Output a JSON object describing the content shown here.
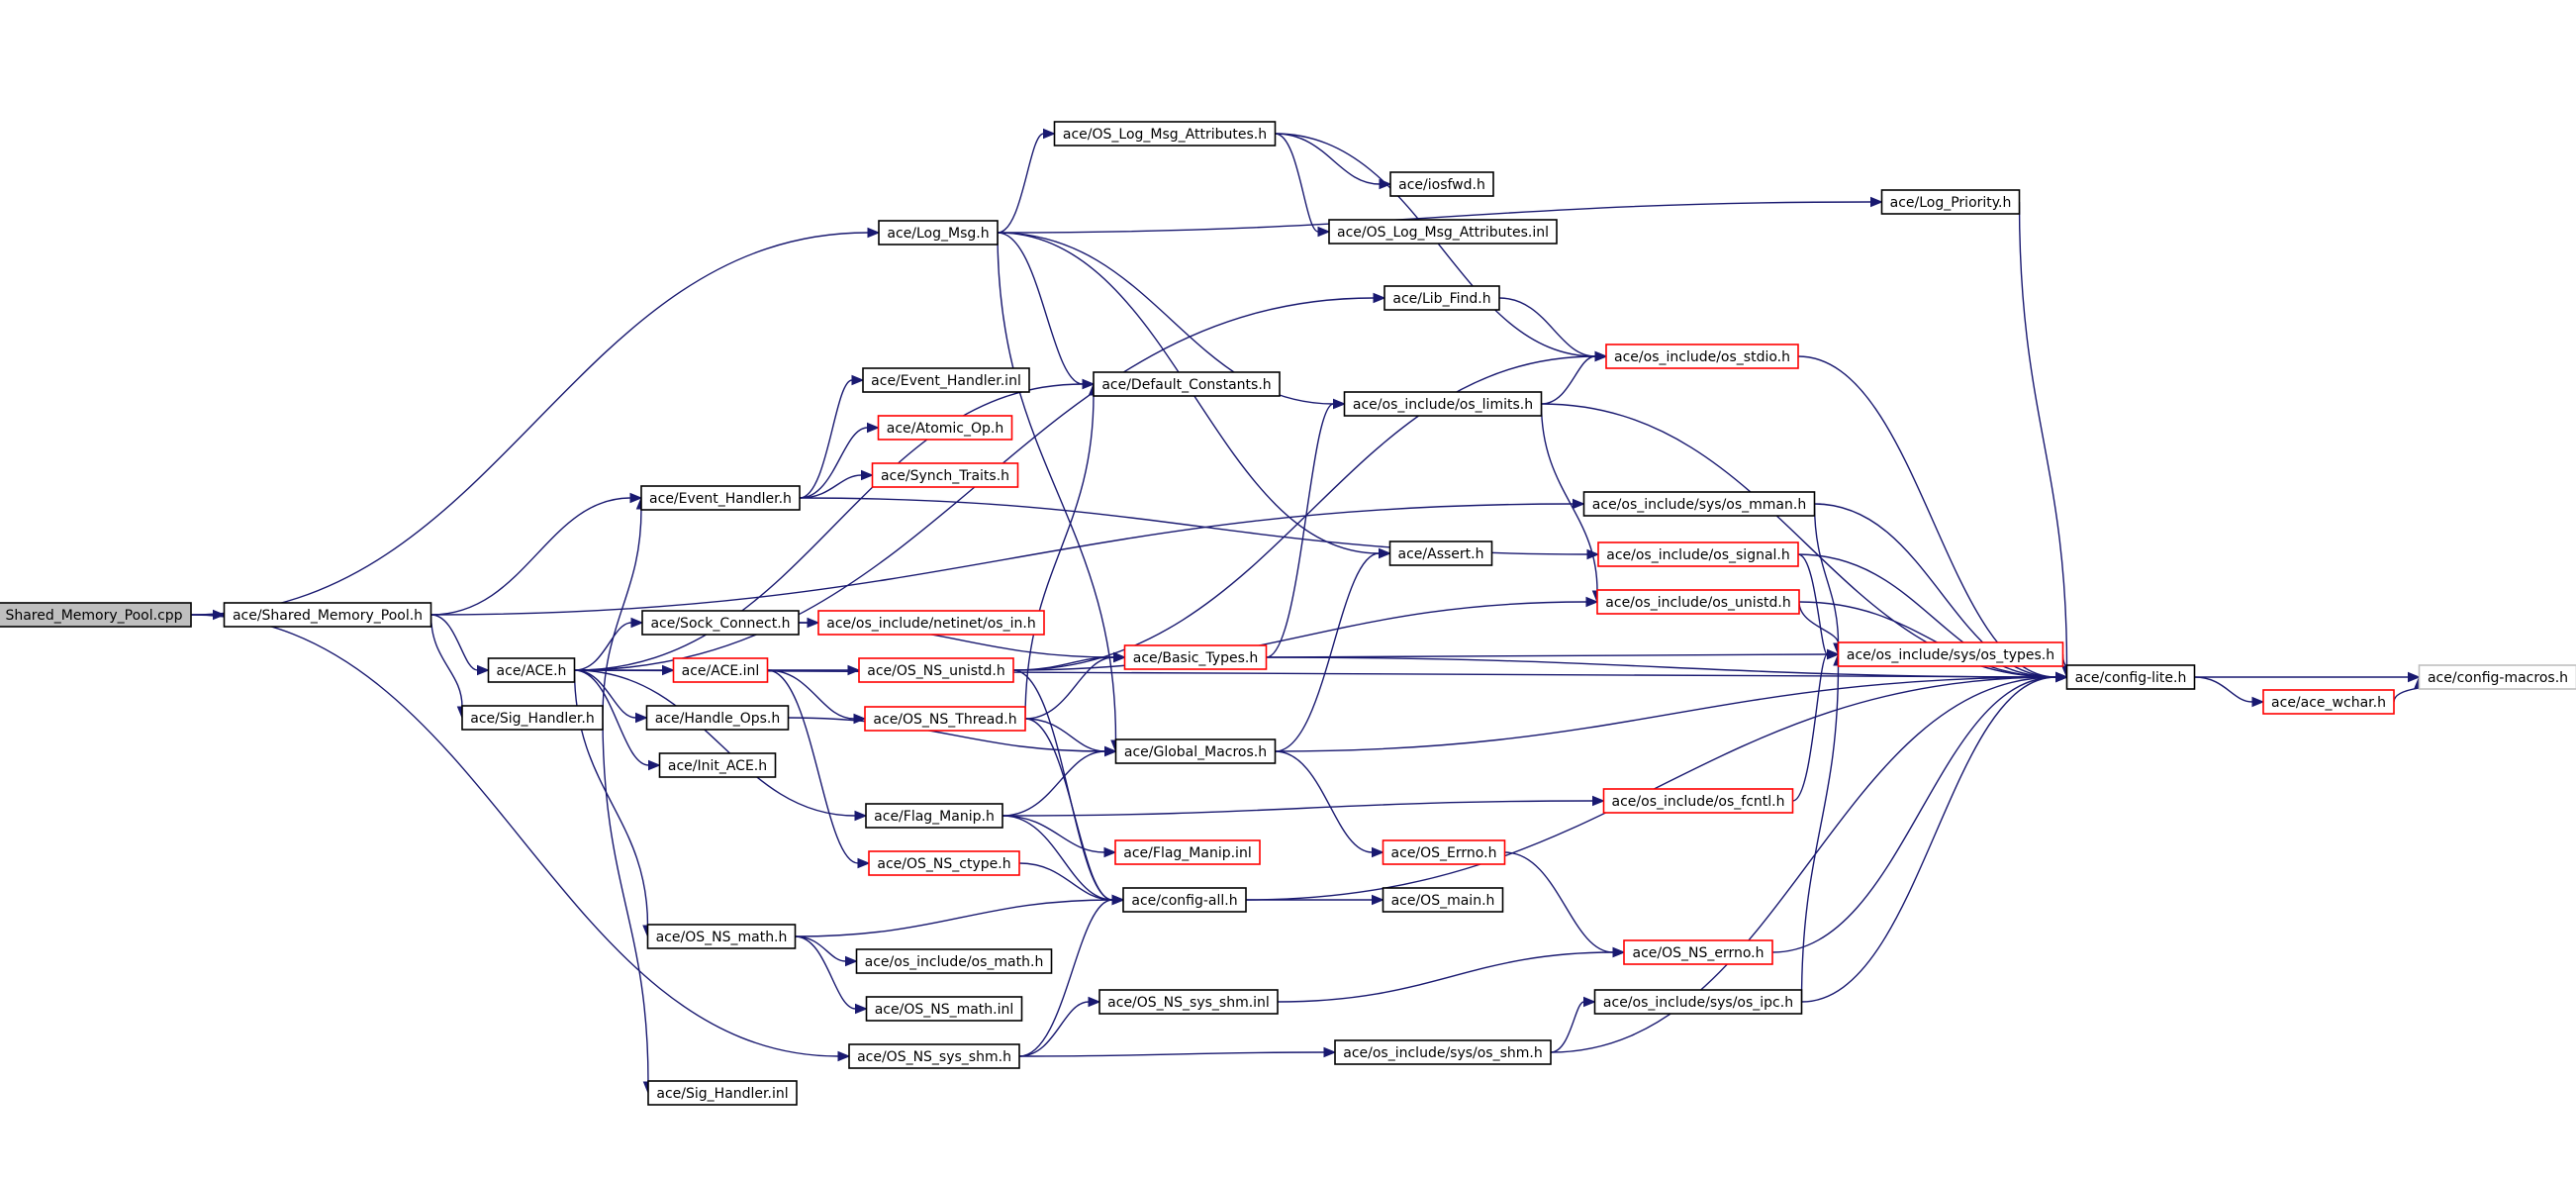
{
  "colors": {
    "edge": "#191970",
    "normal_border": "#000000",
    "truncated_border": "#ff0000",
    "root_fill": "#bfbfbf",
    "leaf_border": "#bfbfbf"
  },
  "nodes": [
    {
      "id": "Shared_Memory_Pool_cpp",
      "label": "Shared_Memory_Pool.cpp",
      "style": "root"
    },
    {
      "id": "Shared_Memory_Pool_h",
      "label": "ace/Shared_Memory_Pool.h",
      "style": "normal"
    },
    {
      "id": "ACE_h",
      "label": "ace/ACE.h",
      "style": "normal"
    },
    {
      "id": "Sig_Handler_h",
      "label": "ace/Sig_Handler.h",
      "style": "normal"
    },
    {
      "id": "Event_Handler_h",
      "label": "ace/Event_Handler.h",
      "style": "normal"
    },
    {
      "id": "Sock_Connect_h",
      "label": "ace/Sock_Connect.h",
      "style": "normal"
    },
    {
      "id": "ACE_inl",
      "label": "ace/ACE.inl",
      "style": "truncated"
    },
    {
      "id": "Handle_Ops_h",
      "label": "ace/Handle_Ops.h",
      "style": "normal"
    },
    {
      "id": "Init_ACE_h",
      "label": "ace/Init_ACE.h",
      "style": "normal"
    },
    {
      "id": "OS_NS_math_h",
      "label": "ace/OS_NS_math.h",
      "style": "normal"
    },
    {
      "id": "Sig_Handler_inl",
      "label": "ace/Sig_Handler.inl",
      "style": "normal"
    },
    {
      "id": "Log_Msg_h",
      "label": "ace/Log_Msg.h",
      "style": "normal"
    },
    {
      "id": "OS_Log_Msg_Attributes_h",
      "label": "ace/OS_Log_Msg_Attributes.h",
      "style": "normal"
    },
    {
      "id": "iosfwd_h",
      "label": "ace/iosfwd.h",
      "style": "normal"
    },
    {
      "id": "OS_Log_Msg_Attributes_inl",
      "label": "ace/OS_Log_Msg_Attributes.inl",
      "style": "normal"
    },
    {
      "id": "Lib_Find_h",
      "label": "ace/Lib_Find.h",
      "style": "normal"
    },
    {
      "id": "Log_Priority_h",
      "label": "ace/Log_Priority.h",
      "style": "normal"
    },
    {
      "id": "Event_Handler_inl",
      "label": "ace/Event_Handler.inl",
      "style": "normal"
    },
    {
      "id": "Atomic_Op_h",
      "label": "ace/Atomic_Op.h",
      "style": "truncated"
    },
    {
      "id": "Synch_Traits_h",
      "label": "ace/Synch_Traits.h",
      "style": "truncated"
    },
    {
      "id": "Default_Constants_h",
      "label": "ace/Default_Constants.h",
      "style": "normal"
    },
    {
      "id": "os_stdio_h",
      "label": "ace/os_include/os_stdio.h",
      "style": "truncated"
    },
    {
      "id": "os_limits_h",
      "label": "ace/os_include/os_limits.h",
      "style": "normal"
    },
    {
      "id": "os_mman_h",
      "label": "ace/os_include/sys/os_mman.h",
      "style": "normal"
    },
    {
      "id": "Assert_h",
      "label": "ace/Assert.h",
      "style": "normal"
    },
    {
      "id": "os_signal_h",
      "label": "ace/os_include/os_signal.h",
      "style": "truncated"
    },
    {
      "id": "os_unistd_h",
      "label": "ace/os_include/os_unistd.h",
      "style": "truncated"
    },
    {
      "id": "os_in_h",
      "label": "ace/os_include/netinet/os_in.h",
      "style": "truncated"
    },
    {
      "id": "OS_NS_unistd_h",
      "label": "ace/OS_NS_unistd.h",
      "style": "truncated"
    },
    {
      "id": "Basic_Types_h",
      "label": "ace/Basic_Types.h",
      "style": "truncated"
    },
    {
      "id": "os_types_h",
      "label": "ace/os_include/sys/os_types.h",
      "style": "truncated"
    },
    {
      "id": "config_lite_h",
      "label": "ace/config-lite.h",
      "style": "normal"
    },
    {
      "id": "config_macros_h",
      "label": "ace/config-macros.h",
      "style": "leaf"
    },
    {
      "id": "ace_wchar_h",
      "label": "ace/ace_wchar.h",
      "style": "truncated"
    },
    {
      "id": "OS_NS_Thread_h",
      "label": "ace/OS_NS_Thread.h",
      "style": "truncated"
    },
    {
      "id": "Global_Macros_h",
      "label": "ace/Global_Macros.h",
      "style": "normal"
    },
    {
      "id": "Flag_Manip_h",
      "label": "ace/Flag_Manip.h",
      "style": "normal"
    },
    {
      "id": "os_fcntl_h",
      "label": "ace/os_include/os_fcntl.h",
      "style": "truncated"
    },
    {
      "id": "Flag_Manip_inl",
      "label": "ace/Flag_Manip.inl",
      "style": "truncated"
    },
    {
      "id": "OS_Errno_h",
      "label": "ace/OS_Errno.h",
      "style": "truncated"
    },
    {
      "id": "OS_NS_ctype_h",
      "label": "ace/OS_NS_ctype.h",
      "style": "truncated"
    },
    {
      "id": "config_all_h",
      "label": "ace/config-all.h",
      "style": "normal"
    },
    {
      "id": "OS_main_h",
      "label": "ace/OS_main.h",
      "style": "normal"
    },
    {
      "id": "OS_NS_errno_h",
      "label": "ace/OS_NS_errno.h",
      "style": "truncated"
    },
    {
      "id": "os_math_h",
      "label": "ace/os_include/os_math.h",
      "style": "normal"
    },
    {
      "id": "OS_NS_math_inl",
      "label": "ace/OS_NS_math.inl",
      "style": "normal"
    },
    {
      "id": "OS_NS_sys_shm_inl",
      "label": "ace/OS_NS_sys_shm.inl",
      "style": "normal"
    },
    {
      "id": "os_ipc_h",
      "label": "ace/os_include/sys/os_ipc.h",
      "style": "normal"
    },
    {
      "id": "OS_NS_sys_shm_h",
      "label": "ace/OS_NS_sys_shm.h",
      "style": "normal"
    },
    {
      "id": "os_shm_h",
      "label": "ace/os_include/sys/os_shm.h",
      "style": "normal"
    }
  ],
  "edges": [
    [
      "Shared_Memory_Pool_cpp",
      "Shared_Memory_Pool_h"
    ],
    [
      "Shared_Memory_Pool_cpp",
      "Log_Msg_h"
    ],
    [
      "Shared_Memory_Pool_cpp",
      "OS_NS_sys_shm_h"
    ],
    [
      "Shared_Memory_Pool_h",
      "ACE_h"
    ],
    [
      "Shared_Memory_Pool_h",
      "Event_Handler_h"
    ],
    [
      "Shared_Memory_Pool_h",
      "Sig_Handler_h"
    ],
    [
      "Shared_Memory_Pool_h",
      "os_mman_h"
    ],
    [
      "ACE_h",
      "Sock_Connect_h"
    ],
    [
      "ACE_h",
      "ACE_inl"
    ],
    [
      "ACE_h",
      "Handle_Ops_h"
    ],
    [
      "ACE_h",
      "Init_ACE_h"
    ],
    [
      "ACE_h",
      "Flag_Manip_h"
    ],
    [
      "ACE_h",
      "OS_NS_math_h"
    ],
    [
      "ACE_h",
      "Default_Constants_h"
    ],
    [
      "ACE_h",
      "Lib_Find_h"
    ],
    [
      "ACE_h",
      "config_lite_h"
    ],
    [
      "Sig_Handler_h",
      "Event_Handler_h"
    ],
    [
      "Sig_Handler_h",
      "Sig_Handler_inl"
    ],
    [
      "Event_Handler_h",
      "Event_Handler_inl"
    ],
    [
      "Event_Handler_h",
      "Atomic_Op_h"
    ],
    [
      "Event_Handler_h",
      "Synch_Traits_h"
    ],
    [
      "Event_Handler_h",
      "os_signal_h"
    ],
    [
      "Sock_Connect_h",
      "os_in_h"
    ],
    [
      "Sock_Connect_h",
      "Basic_Types_h"
    ],
    [
      "ACE_inl",
      "OS_NS_unistd_h"
    ],
    [
      "ACE_inl",
      "OS_NS_Thread_h"
    ],
    [
      "ACE_inl",
      "OS_NS_ctype_h"
    ],
    [
      "Handle_Ops_h",
      "Global_Macros_h"
    ],
    [
      "OS_NS_math_h",
      "os_math_h"
    ],
    [
      "OS_NS_math_h",
      "OS_NS_math_inl"
    ],
    [
      "OS_NS_math_h",
      "config_all_h"
    ],
    [
      "Log_Msg_h",
      "OS_Log_Msg_Attributes_h"
    ],
    [
      "Log_Msg_h",
      "Log_Priority_h"
    ],
    [
      "Log_Msg_h",
      "Default_Constants_h"
    ],
    [
      "Log_Msg_h",
      "Global_Macros_h"
    ],
    [
      "Log_Msg_h",
      "os_limits_h"
    ],
    [
      "Log_Msg_h",
      "Assert_h"
    ],
    [
      "OS_Log_Msg_Attributes_h",
      "iosfwd_h"
    ],
    [
      "OS_Log_Msg_Attributes_h",
      "OS_Log_Msg_Attributes_inl"
    ],
    [
      "OS_Log_Msg_Attributes_h",
      "os_stdio_h"
    ],
    [
      "Lib_Find_h",
      "os_stdio_h"
    ],
    [
      "Log_Priority_h",
      "config_lite_h"
    ],
    [
      "os_limits_h",
      "os_stdio_h"
    ],
    [
      "os_limits_h",
      "os_unistd_h"
    ],
    [
      "os_limits_h",
      "config_lite_h"
    ],
    [
      "os_stdio_h",
      "config_lite_h"
    ],
    [
      "os_mman_h",
      "os_types_h"
    ],
    [
      "os_mman_h",
      "config_lite_h"
    ],
    [
      "os_signal_h",
      "os_types_h"
    ],
    [
      "os_signal_h",
      "config_lite_h"
    ],
    [
      "os_unistd_h",
      "os_types_h"
    ],
    [
      "os_unistd_h",
      "config_lite_h"
    ],
    [
      "OS_NS_unistd_h",
      "os_unistd_h"
    ],
    [
      "OS_NS_unistd_h",
      "os_stdio_h"
    ],
    [
      "OS_NS_unistd_h",
      "Basic_Types_h"
    ],
    [
      "OS_NS_unistd_h",
      "config_all_h"
    ],
    [
      "OS_NS_Thread_h",
      "Basic_Types_h"
    ],
    [
      "OS_NS_Thread_h",
      "Default_Constants_h"
    ],
    [
      "OS_NS_Thread_h",
      "Global_Macros_h"
    ],
    [
      "OS_NS_Thread_h",
      "config_all_h"
    ],
    [
      "Basic_Types_h",
      "os_types_h"
    ],
    [
      "Basic_Types_h",
      "config_lite_h"
    ],
    [
      "Basic_Types_h",
      "os_limits_h"
    ],
    [
      "os_types_h",
      "config_lite_h"
    ],
    [
      "config_lite_h",
      "config_macros_h"
    ],
    [
      "config_lite_h",
      "ace_wchar_h"
    ],
    [
      "ace_wchar_h",
      "config_macros_h"
    ],
    [
      "Global_Macros_h",
      "config_lite_h"
    ],
    [
      "Global_Macros_h",
      "Assert_h"
    ],
    [
      "Global_Macros_h",
      "OS_Errno_h"
    ],
    [
      "Flag_Manip_h",
      "Global_Macros_h"
    ],
    [
      "Flag_Manip_h",
      "os_fcntl_h"
    ],
    [
      "Flag_Manip_h",
      "Flag_Manip_inl"
    ],
    [
      "Flag_Manip_h",
      "config_all_h"
    ],
    [
      "os_fcntl_h",
      "os_types_h"
    ],
    [
      "OS_Errno_h",
      "OS_NS_errno_h"
    ],
    [
      "OS_NS_ctype_h",
      "config_all_h"
    ],
    [
      "config_all_h",
      "OS_main_h"
    ],
    [
      "config_all_h",
      "config_lite_h"
    ],
    [
      "OS_NS_errno_h",
      "config_lite_h"
    ],
    [
      "OS_NS_sys_shm_h",
      "OS_NS_sys_shm_inl"
    ],
    [
      "OS_NS_sys_shm_h",
      "os_shm_h"
    ],
    [
      "OS_NS_sys_shm_h",
      "config_all_h"
    ],
    [
      "OS_NS_sys_shm_inl",
      "OS_NS_errno_h"
    ],
    [
      "os_shm_h",
      "os_ipc_h"
    ],
    [
      "os_shm_h",
      "config_lite_h"
    ],
    [
      "os_ipc_h",
      "os_types_h"
    ],
    [
      "os_ipc_h",
      "config_lite_h"
    ]
  ]
}
